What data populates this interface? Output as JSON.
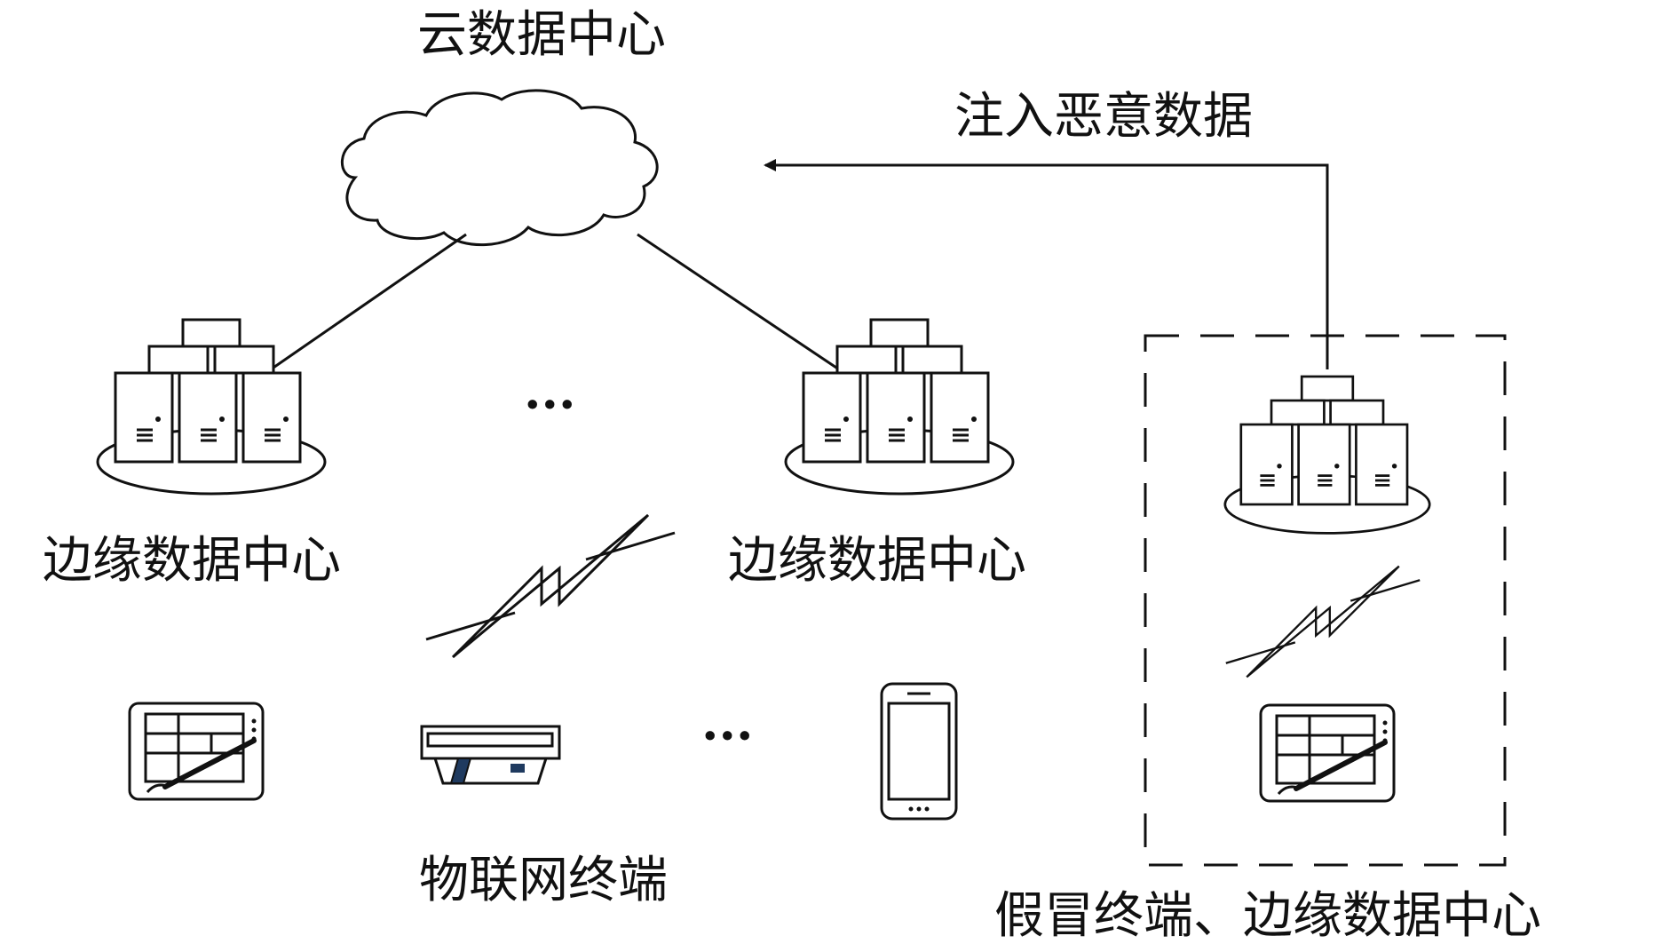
{
  "labels": {
    "cloud": "云数据中心",
    "inject": "注入恶意数据",
    "edge_left": "边缘数据中心",
    "edge_right": "边缘数据中心",
    "iot": "物联网终端",
    "fake": "假冒终端、边缘数据中心",
    "ellipsis_edge": "···",
    "ellipsis_device": "···"
  },
  "colors": {
    "line": "#111111",
    "background": "#ffffff",
    "scanner_accent": "#1f3a5f"
  },
  "icons": [
    "cloud-icon",
    "server-cluster-icon",
    "lightning-link-icon",
    "tablet-icon",
    "scanner-icon",
    "smartphone-icon"
  ]
}
